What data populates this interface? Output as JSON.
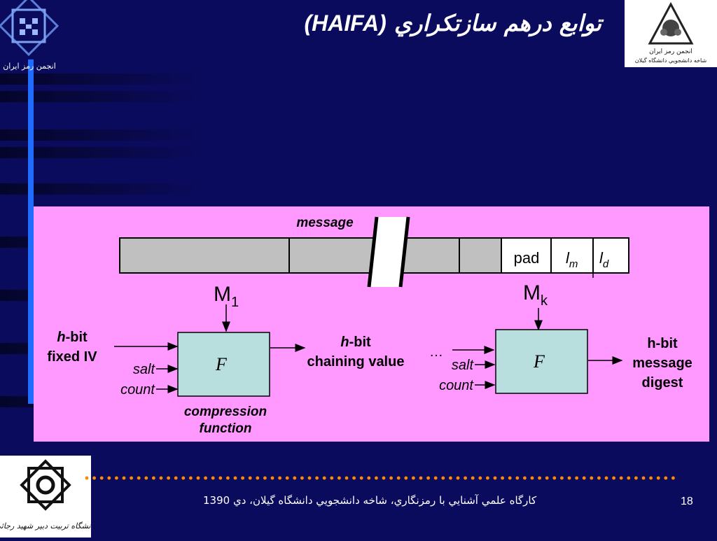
{
  "slide": {
    "title_text": "توابع درهم سازتکراري",
    "title_paren_open": "(",
    "title_haifa": "HAIFA",
    "title_paren_close": ")",
    "page_number": "18",
    "footer": "کارگاه علمي آشنايي با رمزنگاري، شاخه دانشجويي دانشگاه گيلان، دي 1390",
    "logo_right_text_line1": "انجمن رمز ايران",
    "logo_right_text_line2": "شاخه دانشجويي دانشگاه گيلان",
    "logo_left_text": "انجمن رمز ايران",
    "logo_bottom_text": "دانشگاه تربيت دبير شهيد رجائي"
  },
  "colors": {
    "background": "#0b0b5e",
    "panel": "#ff99ff",
    "block_fill": "#c0c0c0",
    "box_fill": "#b8dede",
    "accent_bar": "#1f6cff",
    "dots": "#ff8a00"
  },
  "diagram": {
    "message_label": "message",
    "pad_label": "pad",
    "lm_label": "l",
    "lm_sub": "m",
    "ld_label": "l",
    "ld_sub": "d",
    "m1_label": "M",
    "m1_sub": "1",
    "mk_label": "M",
    "mk_sub": "k",
    "iv_h": "h",
    "iv_bit": "-bit",
    "iv_line2": "fixed IV",
    "salt_label": "salt",
    "count_label": "count",
    "f_label": "F",
    "compression_line1": "compression",
    "compression_line2": "function",
    "chain_h": "h",
    "chain_bit": "-bit",
    "chain_line2": "chaining value",
    "ellipsis": "…",
    "salt_label_2": "salt",
    "count_label_2": "count",
    "f_label_2": "F",
    "digest_line1": "h-bit",
    "digest_line2": "message",
    "digest_line3": "digest"
  }
}
